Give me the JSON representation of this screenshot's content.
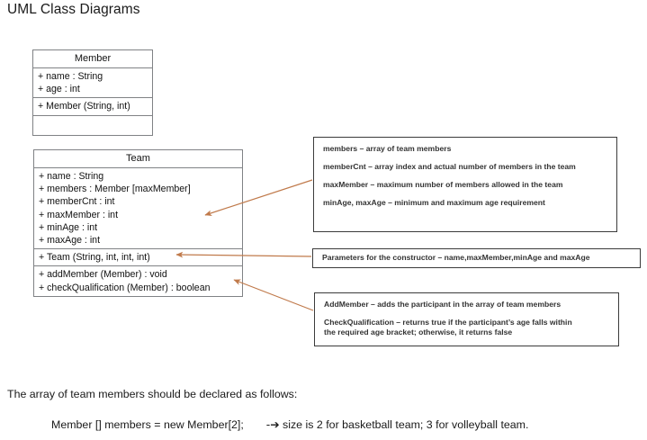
{
  "title": "UML Class Diagrams",
  "colors": {
    "connector": "#C07A4B",
    "class_border": "#808285",
    "note_border": "#3b3b3b",
    "text": "#1a1a1a"
  },
  "classes": [
    {
      "name": "Member",
      "attributes": [
        "+ name : String",
        "+ age : int"
      ],
      "constructors": [
        "+ Member (String, int)"
      ],
      "methods": []
    },
    {
      "name": "Team",
      "attributes": [
        "+ name : String",
        "+ members : Member [maxMember]",
        "+ memberCnt : int",
        "+ maxMember : int",
        "+ minAge : int",
        "+ maxAge : int"
      ],
      "constructors": [
        "+ Team (String, int, int, int)"
      ],
      "methods": [
        "+ addMember (Member) : void",
        "+ checkQualification (Member) : boolean"
      ]
    }
  ],
  "notes": {
    "fields": {
      "lines": [
        "members – array of team members",
        "memberCnt – array index and actual number of members in the team",
        "maxMember – maximum number of members allowed in the team",
        "minAge, maxAge – minimum and maximum age requirement"
      ]
    },
    "constructor": {
      "lines": [
        "Parameters for the constructor – name,maxMember,minAge and maxAge"
      ]
    },
    "methods": {
      "lines": [
        "AddMember  – adds the participant in the array of team members",
        "CheckQualification – returns true if the participant’s age falls within",
        "the required age bracket; otherwise, it returns false"
      ]
    }
  },
  "footer": {
    "intro": "The array of team members should be declared as follows:",
    "code_left": "Member [] members = new Member[2];",
    "code_arrow": "-➔",
    "code_right": "size is 2 for basketball team; 3 for volleyball team."
  }
}
